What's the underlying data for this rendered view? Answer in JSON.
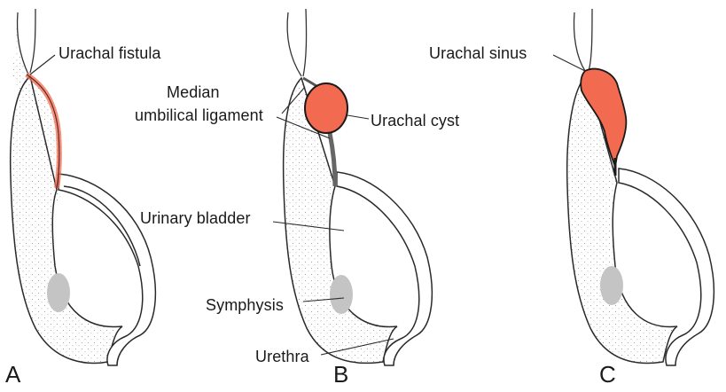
{
  "figure": {
    "panels": [
      {
        "letter": "A",
        "labels": [
          "Urachal fistula"
        ]
      },
      {
        "letter": "B",
        "labels": [
          "Median",
          "umbilical ligament",
          "Urachal cyst",
          "Urinary bladder",
          "Symphysis",
          "Urethra"
        ]
      },
      {
        "letter": "C",
        "labels": [
          "Urachal sinus"
        ]
      }
    ]
  },
  "colors": {
    "highlight": "#f26a4f",
    "outline": "#2a2a2a",
    "stipple": "#9a9a9a",
    "symphysis": "#c4c4c4"
  }
}
